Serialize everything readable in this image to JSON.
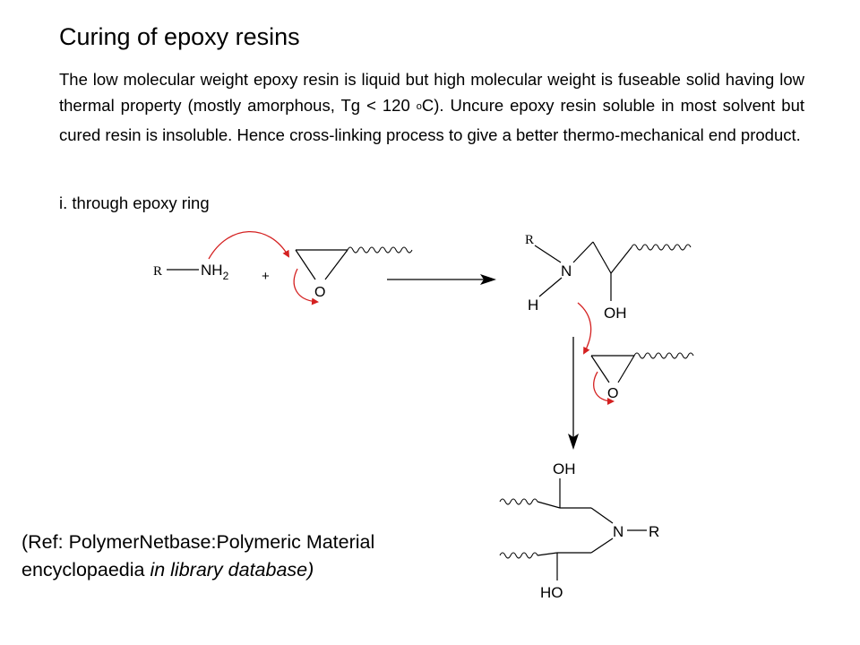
{
  "slide": {
    "title": "Curing of epoxy resins",
    "paragraph_part1": "The low molecular weight epoxy resin is liquid but high molecular weight is fuseable solid having low thermal property (mostly amorphous, Tg < 120 ",
    "paragraph_sup": "o",
    "paragraph_part2": "C). Uncure epoxy resin soluble in most solvent but cured resin is insoluble. Hence cross-linking process to give a better thermo-mechanical end product.",
    "subheading": "i. through epoxy ring",
    "reference_line1": "(Ref: PolymerNetbase:Polymeric Material",
    "reference_line2_normal": "encyclopaedia ",
    "reference_line2_italic": "in library database)"
  },
  "scheme": {
    "amine_r": "R",
    "amine_n": "NH",
    "amine_sub": "2",
    "plus": "+",
    "epoxide_o": "O",
    "inter_r": "R",
    "inter_n": "N",
    "inter_h": "H",
    "inter_oh": "OH",
    "epoxide2_o": "O",
    "product_oh_top": "OH",
    "product_n": "N",
    "product_r": "R",
    "product_ho": "HO"
  },
  "colors": {
    "arrow_red": "#d42020",
    "text": "#000000",
    "background": "#ffffff"
  }
}
